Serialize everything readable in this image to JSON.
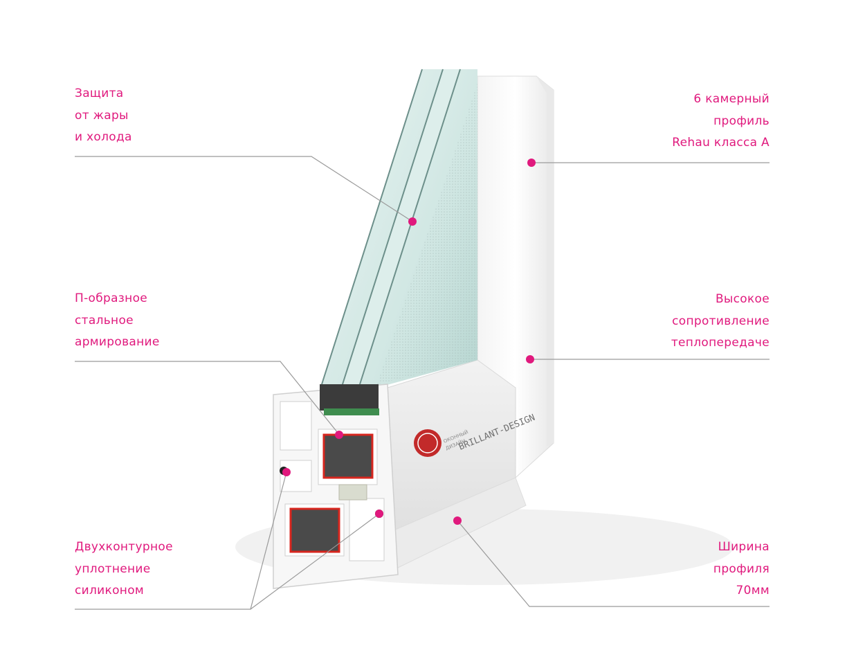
{
  "accent_color": "#e0197d",
  "leader_color": "#9a9a9a",
  "callouts": {
    "heat_cold": {
      "lines": [
        "Защита",
        "от жары",
        "и холода"
      ]
    },
    "chamber_profile": {
      "lines": [
        "6 камерный",
        "профиль",
        "Rehau класса А"
      ]
    },
    "steel_reinforcement": {
      "lines": [
        "П-образное",
        "стальное",
        "армирование"
      ]
    },
    "heat_resistance": {
      "lines": [
        "Высокое",
        "сопротивление",
        "теплопередаче"
      ]
    },
    "double_seal": {
      "lines": [
        "Двухконтурное",
        "уплотнение",
        "силиконом"
      ]
    },
    "profile_width": {
      "lines": [
        "Ширина",
        "профиля",
        "70мм"
      ]
    }
  },
  "product_markings": {
    "brand_text": "BRILLANT-DESIGN",
    "badge_lines": [
      "ОКОННЫЙ",
      "ДИЗАЙН"
    ]
  }
}
